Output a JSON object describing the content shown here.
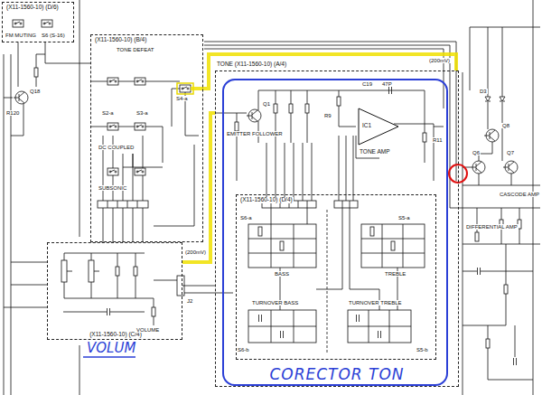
{
  "diagram": {
    "nodes": [
      {
        "text": [
          "(X11-1560-10) (D/6)"
        ]
      },
      {
        "text": [
          "(X11-1560-10) (B/4)"
        ]
      },
      {
        "text": [
          "(X11-1560-10) (C/4)"
        ]
      },
      {
        "text": [
          "TONE (X11-1560-10) (A/4)"
        ]
      },
      {
        "text": [
          "CORECTOR TON"
        ],
        "in": 3
      },
      {
        "text": [
          "(X11-1560-10) (D/4)"
        ],
        "in": 4
      },
      {
        "text": [
          "IC1",
          "TONE AMP"
        ],
        "in": 4
      }
    ],
    "edges": [
      {
        "from": 1,
        "to": 3,
        "arrow": "none"
      },
      {
        "from": 2,
        "to": 3,
        "arrow": "none"
      }
    ],
    "labels": [
      "FM MUTING",
      "S6 (S-16)",
      "Q18",
      "R120",
      "TONE DEFEAT",
      "S4-a",
      "S2-a",
      "S3-a",
      "DC COUPLED",
      "SUBSONIC",
      "VOLUME",
      "(200mV)",
      "J2",
      "VOLUM",
      "Q1",
      "EMITTER FOLLOWER",
      "C19",
      "47P",
      "R9",
      "R11",
      "BASS",
      "TREBLE",
      "TURNOVER BASS",
      "TURNOVER TREBLE",
      "S5-a",
      "S5-b",
      "S6-a",
      "S6-b",
      "Q6",
      "Q7",
      "Q8",
      "D3",
      "CASCODE AMP",
      "DIFFERENTIAL AMP",
      "(200mV)"
    ]
  }
}
